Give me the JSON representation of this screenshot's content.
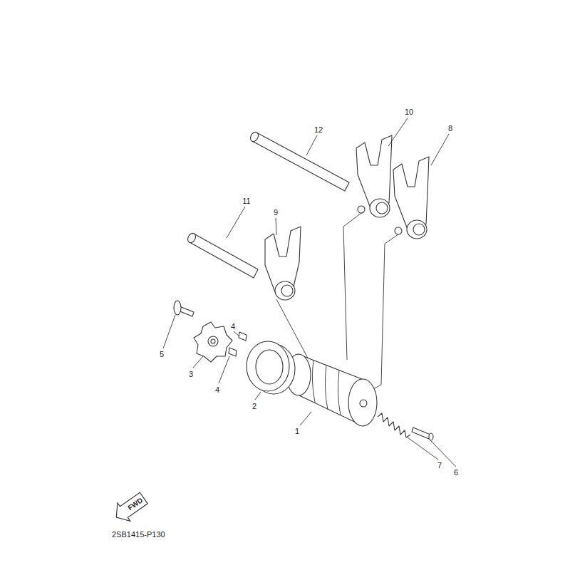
{
  "diagram": {
    "nodes": [
      {
        "text": [
          "FWD"
        ]
      }
    ],
    "labels": [
      "10",
      "12",
      "8",
      "11",
      "9",
      "4",
      "5",
      "3",
      "4",
      "2",
      "1",
      "7",
      "6",
      "2SB1415-P130"
    ]
  }
}
